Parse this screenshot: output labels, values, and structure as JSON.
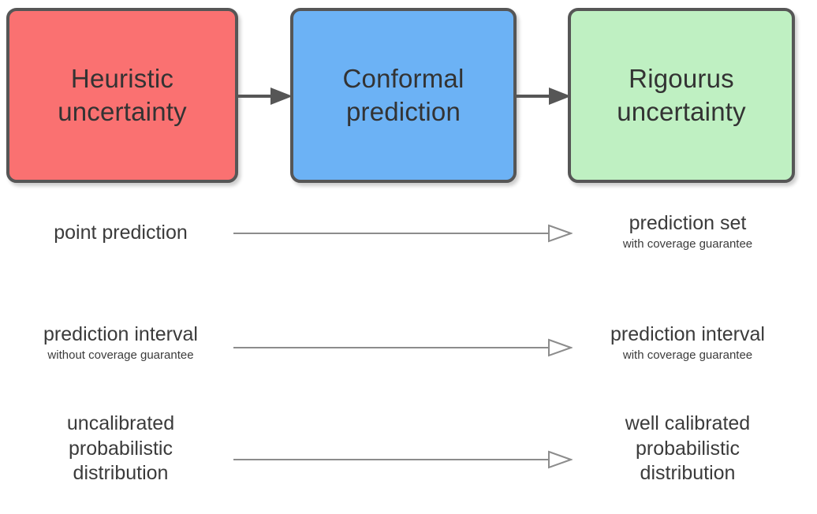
{
  "theme": {
    "background": "#ffffff",
    "box_border": "#565656",
    "box_text": "#333333",
    "row_text": "#3b3b3b",
    "connector_arrow": "#565656",
    "thin_arrow": "#8c8c8c"
  },
  "pipeline": {
    "boxes": [
      {
        "id": "heuristic",
        "label": "Heuristic\nuncertainty",
        "fill": "#fa7171"
      },
      {
        "id": "conformal",
        "label": "Conformal\nprediction",
        "fill": "#6cb2f5"
      },
      {
        "id": "rigourous",
        "label": "Rigourus\nuncertainty",
        "fill": "#bff0c2"
      }
    ],
    "connectors": [
      {
        "id": "connector-1",
        "from": "heuristic",
        "to": "conformal",
        "style": "solid-filled-arrow"
      },
      {
        "id": "connector-2",
        "from": "conformal",
        "to": "rigourous",
        "style": "solid-filled-arrow"
      }
    ]
  },
  "mappings": [
    {
      "id": "row-1",
      "left": {
        "main": "point prediction",
        "sub": ""
      },
      "right": {
        "main": "prediction set",
        "sub": "with coverage guarantee"
      },
      "arrow": "open-head-arrow"
    },
    {
      "id": "row-2",
      "left": {
        "main": "prediction interval",
        "sub": "without coverage guarantee"
      },
      "right": {
        "main": "prediction interval",
        "sub": "with coverage guarantee"
      },
      "arrow": "open-head-arrow"
    },
    {
      "id": "row-3",
      "left": {
        "main": "uncalibrated\nprobabilistic\ndistribution",
        "sub": ""
      },
      "right": {
        "main": "well calibrated\nprobabilistic\ndistribution",
        "sub": ""
      },
      "arrow": "open-head-arrow"
    }
  ]
}
